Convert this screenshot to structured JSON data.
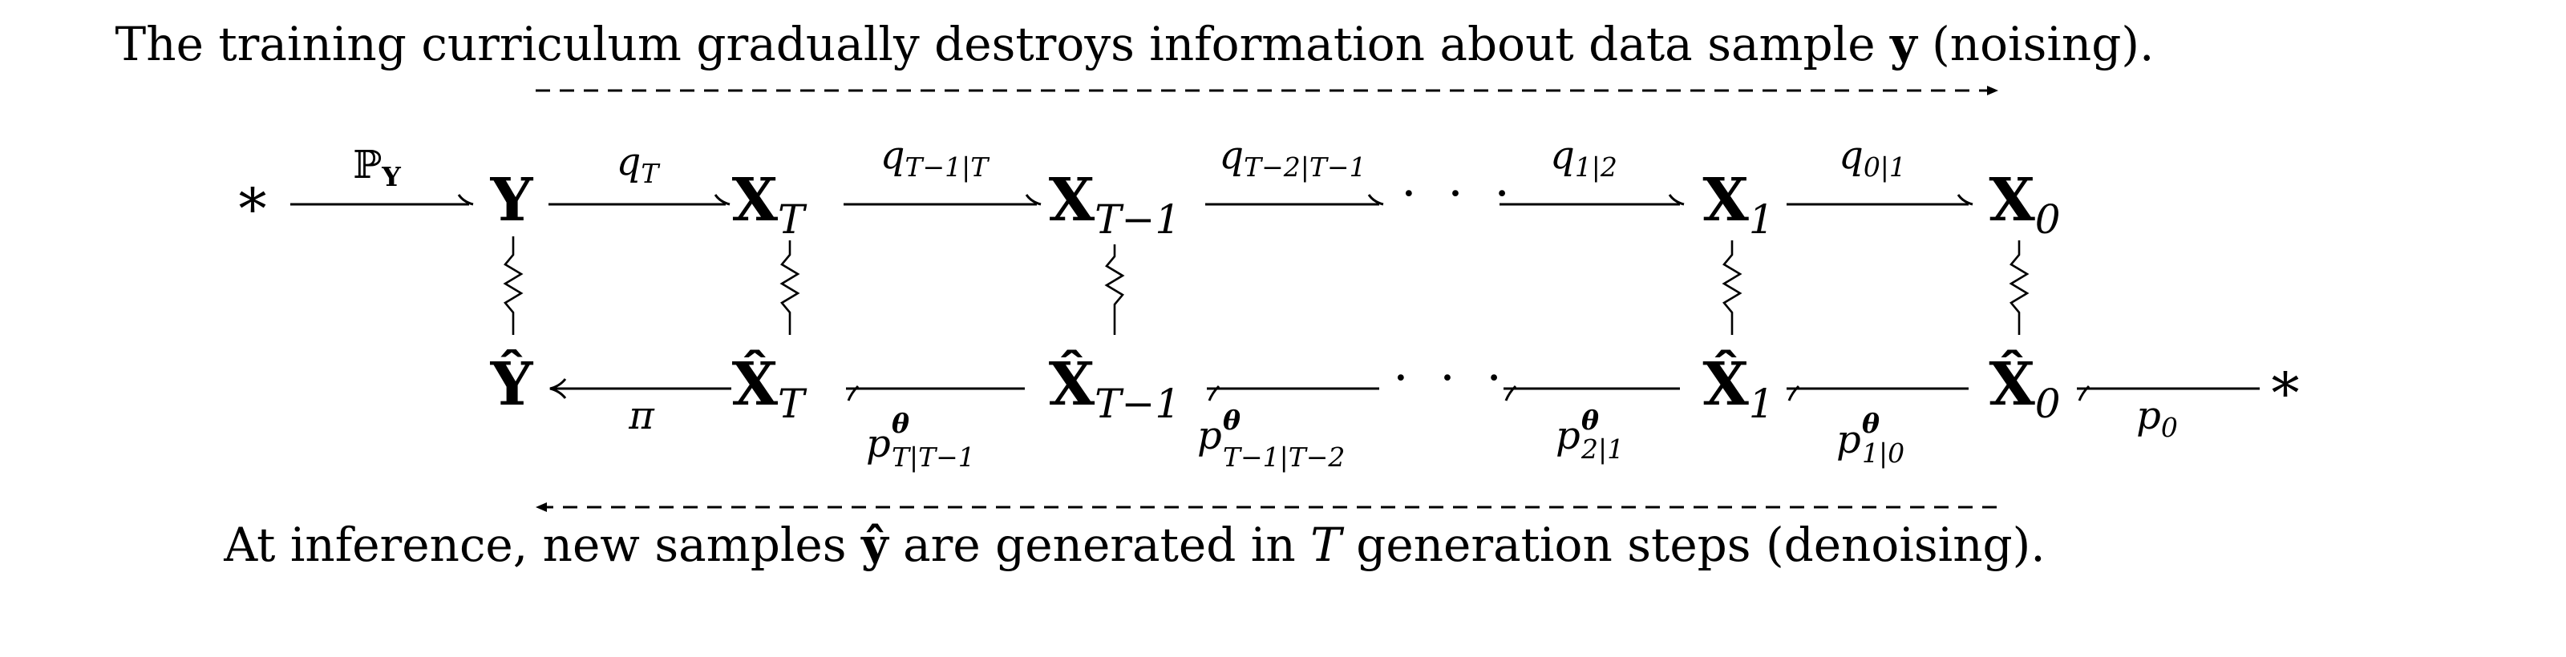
{
  "captions": {
    "top": {
      "before": "The training curriculum gradually destroys information about data sample ",
      "var": "y",
      "after": " (noising)."
    },
    "bottom": {
      "part1": "At inference, new samples ",
      "var1": "ŷ",
      "part2": " are generated in ",
      "var2": "T",
      "part3": " generation steps (denoising)."
    }
  },
  "top_row": {
    "start": "*",
    "nodes": [
      {
        "main": "Y",
        "sub": ""
      },
      {
        "main": "X",
        "sub": "T"
      },
      {
        "main": "X",
        "sub": "T−1"
      },
      {
        "main": "X",
        "sub": "1"
      },
      {
        "main": "X",
        "sub": "0"
      }
    ],
    "dots": "· · ·",
    "edges": [
      {
        "base": "ℙ",
        "sub": "Y"
      },
      {
        "base": "q",
        "sub": "T"
      },
      {
        "base": "q",
        "sub": "T−1|T"
      },
      {
        "base": "q",
        "sub": "T−2|T−1"
      },
      {
        "base": "q",
        "sub": "1|2"
      },
      {
        "base": "q",
        "sub": "0|1"
      }
    ]
  },
  "bottom_row": {
    "end": "*",
    "nodes": [
      {
        "main": "Ŷ",
        "sub": ""
      },
      {
        "main": "X̂",
        "sub": "T"
      },
      {
        "main": "X̂",
        "sub": "T−1"
      },
      {
        "main": "X̂",
        "sub": "1"
      },
      {
        "main": "X̂",
        "sub": "0"
      }
    ],
    "dots": "· · ·",
    "edges": [
      {
        "base": "π",
        "sub": "",
        "sup": ""
      },
      {
        "base": "p",
        "sub": "T|T−1",
        "sup": "θ"
      },
      {
        "base": "p",
        "sub": "T−1|T−2",
        "sup": "θ"
      },
      {
        "base": "p",
        "sub": "2|1",
        "sup": "θ"
      },
      {
        "base": "p",
        "sub": "1|0",
        "sup": "θ"
      },
      {
        "base": "p",
        "sub": "0",
        "sup": ""
      }
    ]
  }
}
